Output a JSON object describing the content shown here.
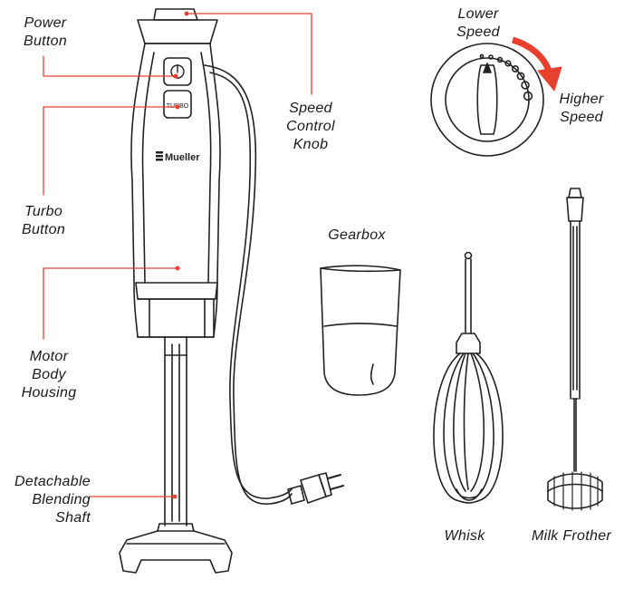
{
  "brand": "Mueller",
  "colors": {
    "line": "#222222",
    "callout": "#e8402e"
  },
  "labels": {
    "power_button": [
      "Power",
      "Button"
    ],
    "turbo_button": [
      "Turbo",
      "Button"
    ],
    "motor_body": [
      "Motor",
      "Body",
      "Housing"
    ],
    "blending_shaft": [
      "Detachable",
      "Blending",
      "Shaft"
    ],
    "speed_knob": [
      "Speed",
      "Control",
      "Knob"
    ],
    "lower_speed": [
      "Lower",
      "Speed"
    ],
    "higher_speed": [
      "Higher",
      "Speed"
    ],
    "gearbox": "Gearbox",
    "whisk": "Whisk",
    "milk_frother": "Milk Frother",
    "turbo_key": "TURBO"
  }
}
